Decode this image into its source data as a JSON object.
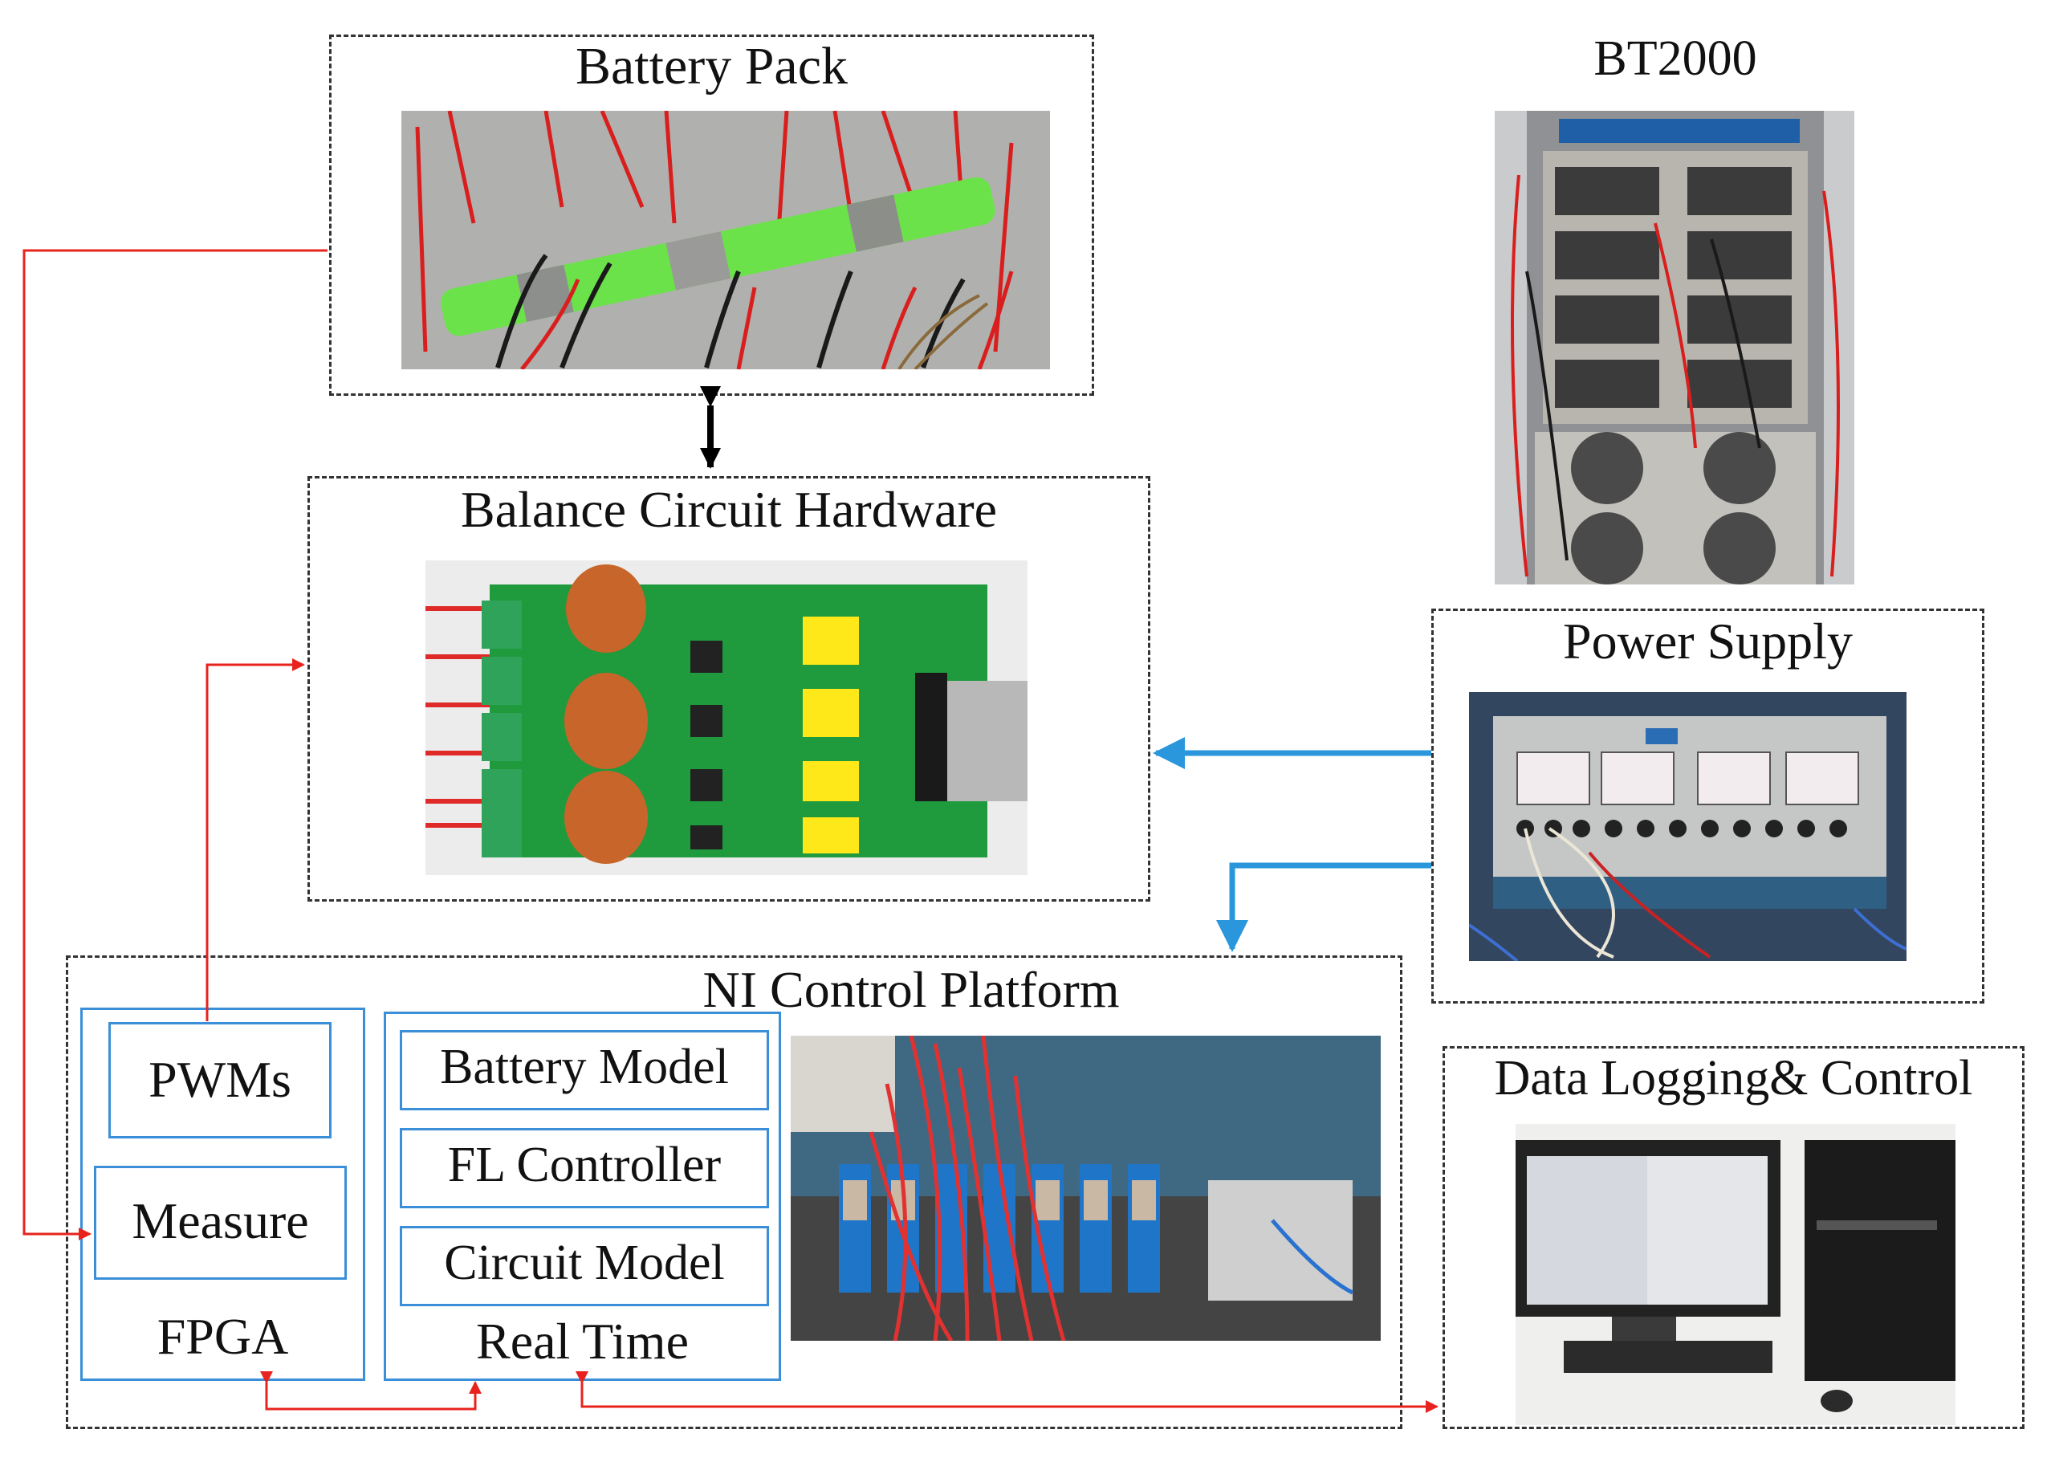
{
  "battery_pack": {
    "title": "Battery Pack"
  },
  "bt2000": {
    "title": "BT2000"
  },
  "balance_circuit": {
    "title": "Balance Circuit Hardware"
  },
  "power_supply": {
    "title": "Power Supply"
  },
  "ni_platform": {
    "title": "NI Control Platform",
    "fpga": {
      "pwms": "PWMs",
      "measure": "Measure",
      "label": "FPGA"
    },
    "real_time": {
      "battery_model": "Battery Model",
      "fl_controller": "FL Controller",
      "circuit_model": "Circuit Model",
      "label": "Real Time"
    }
  },
  "data_logging": {
    "title": "Data Logging& Control"
  },
  "colors": {
    "dashed_border": "#333333",
    "blue_box": "#3a8fd8",
    "red_link": "#e8231e",
    "blue_arrow": "#2a97dc",
    "black_arrow": "#000000"
  }
}
